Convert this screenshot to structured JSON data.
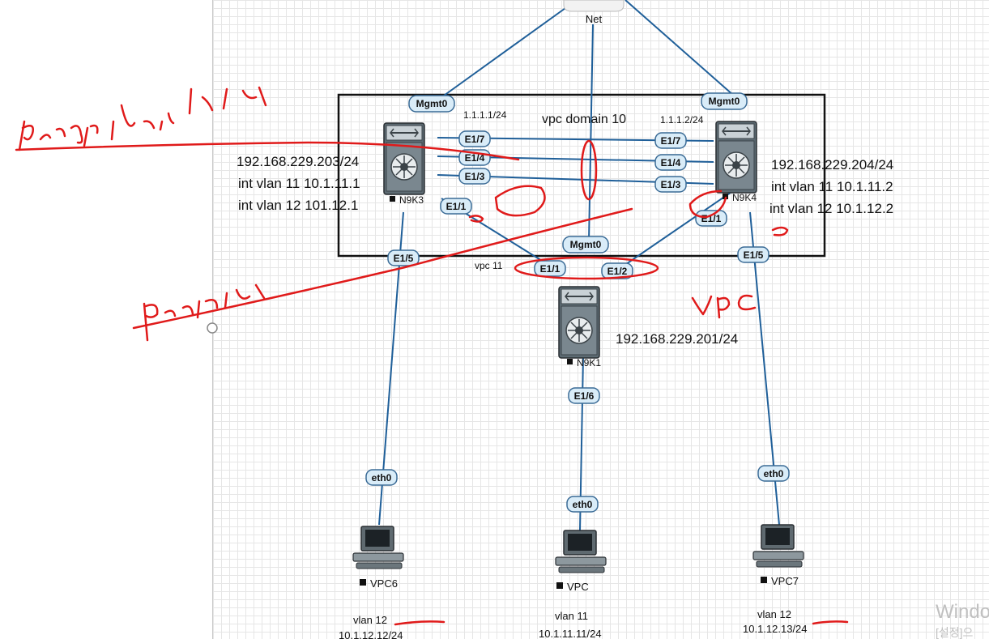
{
  "cloud": {
    "label": "Net"
  },
  "vpc_domain": {
    "label": "vpc domain 10"
  },
  "keepalive_ips": {
    "left": "1.1.1.1/24",
    "right": "1.1.1.2/24"
  },
  "switches": {
    "n9k3": {
      "name": "N9K3",
      "ip": "192.168.229.203/24",
      "vlan11": "int vlan 11 10.1.11.1",
      "vlan12": "int vlan 12 101.12.1"
    },
    "n9k4": {
      "name": "N9K4",
      "ip": "192.168.229.204/24",
      "vlan11": "int vlan 11 10.1.11.2",
      "vlan12": "int vlan 12 10.1.12.2"
    },
    "n9k1": {
      "name": "N9K1",
      "ip": "192.168.229.201/24"
    }
  },
  "vpc11_label": "vpc 11",
  "ports": {
    "mgmt0": "Mgmt0",
    "e17": "E1/7",
    "e14": "E1/4",
    "e13": "E1/3",
    "e11": "E1/1",
    "e12": "E1/2",
    "e15": "E1/5",
    "e16": "E1/6",
    "eth0": "eth0"
  },
  "hosts": {
    "vpc6": {
      "name": "VPC6",
      "vlan": "vlan 12",
      "ip": "10.1.12.12/24"
    },
    "vpc": {
      "name": "VPC",
      "vlan": "vlan 11",
      "ip": "10.1.11.11/24"
    },
    "vpc7": {
      "name": "VPC7",
      "vlan": "vlan 12",
      "ip": "10.1.12.13/24"
    }
  },
  "annotations": {
    "keepalive": "keep alive link",
    "peerlink": "peer link",
    "vpc": "vpc"
  },
  "watermark": {
    "line1": "Windo",
    "line2": "[설정]으"
  },
  "colors": {
    "link": "#1f5f99",
    "port_fill": "#d9ecf8",
    "port_stroke": "#3a6b96",
    "annotation": "#e01a1a"
  }
}
